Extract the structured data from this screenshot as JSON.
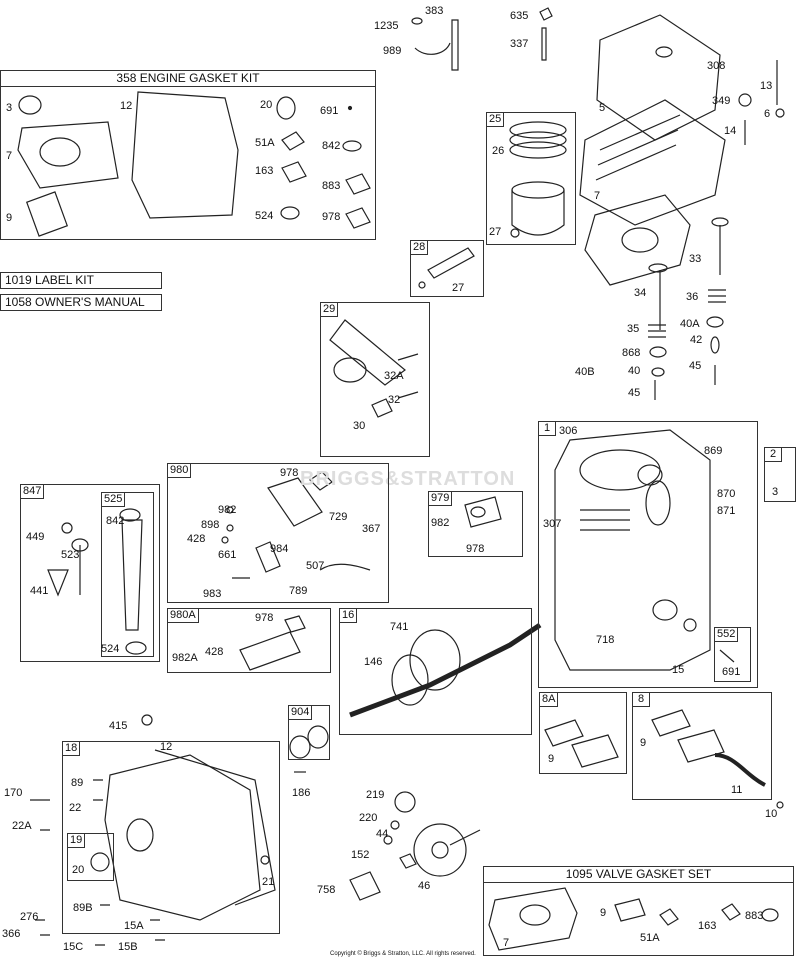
{
  "kits": {
    "engine_gasket": "358 ENGINE GASKET KIT",
    "label_kit": "1019 LABEL KIT",
    "owners_manual": "1058 OWNER'S MANUAL",
    "valve_gasket": "1095 VALVE GASKET SET"
  },
  "watermark": "BRIGGS&STRATTON",
  "copyright": "Copyright © Briggs & Stratton, LLC. All rights reserved.",
  "box_tags": {
    "b25": "25",
    "b28": "28",
    "b29": "29",
    "b1": "1",
    "b2": "2",
    "b847": "847",
    "b525": "525",
    "b980": "980",
    "b979": "979",
    "b980a": "980A",
    "b16": "16",
    "b552": "552",
    "b8a": "8A",
    "b8": "8",
    "b904": "904",
    "b18": "18",
    "b19": "19"
  },
  "labels": {
    "l1235": "1235",
    "l383": "383",
    "l989": "989",
    "l635": "635",
    "l337": "337",
    "l308": "308",
    "l13": "13",
    "l349": "349",
    "l6": "6",
    "l5": "5",
    "l14": "14",
    "l3a": "3",
    "l12a": "12",
    "l20a": "20",
    "l691a": "691",
    "l7a": "7",
    "l51a": "51A",
    "l842a": "842",
    "l163a": "163",
    "l883a": "883",
    "l9a": "9",
    "l524a": "524",
    "l978a": "978",
    "l26": "26",
    "l27a": "27",
    "l7b": "7",
    "l27b": "27",
    "l33": "33",
    "l34": "34",
    "l36": "36",
    "l35": "35",
    "l40a": "40A",
    "l42": "42",
    "l868": "868",
    "l40b": "40B",
    "l40": "40",
    "l45a": "45",
    "l45b": "45",
    "l32a": "32A",
    "l32": "32",
    "l30": "30",
    "l306": "306",
    "l869": "869",
    "l870": "870",
    "l871": "871",
    "l307": "307",
    "l718": "718",
    "l15": "15",
    "l691b": "691",
    "l3b": "3",
    "l449": "449",
    "l523": "523",
    "l441": "441",
    "l842b": "842",
    "l524b": "524",
    "l978b": "978",
    "l982a": "982",
    "l898": "898",
    "l428a": "428",
    "l729": "729",
    "l367": "367",
    "l984": "984",
    "l661": "661",
    "l507": "507",
    "l983": "983",
    "l789": "789",
    "l982b": "982",
    "l978c": "978",
    "l978d": "978",
    "l982A": "982A",
    "l428b": "428",
    "l741": "741",
    "l146": "146",
    "l9b": "9",
    "l9c": "9",
    "l11": "11",
    "l10": "10",
    "l415": "415",
    "l12b": "12",
    "l186": "186",
    "l170": "170",
    "l89a": "89",
    "l22": "22",
    "l22a": "22A",
    "l20b": "20",
    "l21": "21",
    "l89b": "89B",
    "l15a": "15A",
    "l276": "276",
    "l366": "366",
    "l15c": "15C",
    "l15b": "15B",
    "l219": "219",
    "l220": "220",
    "l44": "44",
    "l152": "152",
    "l758": "758",
    "l46": "46",
    "l7c": "7",
    "l9d": "9",
    "l51b": "51A",
    "l163b": "163",
    "l883b": "883"
  }
}
